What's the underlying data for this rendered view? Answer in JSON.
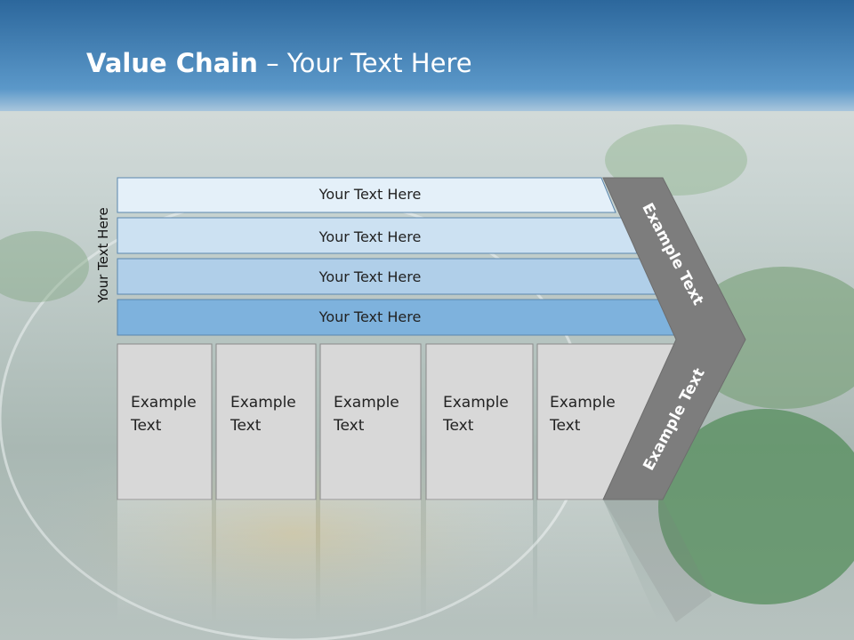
{
  "slide": {
    "title_bold": "Value Chain",
    "title_rest": " – Your Text Here",
    "side_label": "Your Text Here"
  },
  "rows": [
    {
      "label": "Your Text Here",
      "color": "#e4f0f9"
    },
    {
      "label": "Your Text Here",
      "color": "#cce1f2"
    },
    {
      "label": "Your Text Here",
      "color": "#b0cfe9"
    },
    {
      "label": "Your Text Here",
      "color": "#7eb2dd"
    }
  ],
  "boxes": [
    {
      "line1": "Example",
      "line2": "Text"
    },
    {
      "line1": "Example",
      "line2": "Text"
    },
    {
      "line1": "Example",
      "line2": "Text"
    },
    {
      "line1": "Example",
      "line2": "Text"
    },
    {
      "line1": "Example",
      "line2": "Text"
    }
  ],
  "chevron": {
    "top_label": "Example Text",
    "bottom_label": "Example Text",
    "color": "#7d7d7d"
  },
  "colors": {
    "header_top": "#2e6aa0",
    "header_bottom": "#5a97c9",
    "box_fill": "#d8d8d8"
  }
}
